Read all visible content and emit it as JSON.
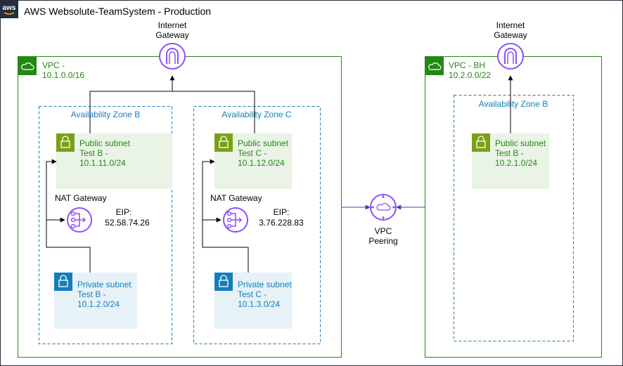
{
  "cloud": {
    "logo_text": "aws",
    "title": "AWS Websolute-TeamSystem - Production"
  },
  "vpc_main": {
    "title_line1": "VPC -",
    "title_line2": "10.1.0.0/16",
    "internet_gateway": {
      "line1": "Internet",
      "line2": "Gateway"
    },
    "az_b": {
      "title": "Availability Zone B",
      "public_subnet": {
        "line1": "Public subnet",
        "line2": "Test B -",
        "line3": "10.1.11.0/24"
      },
      "nat": {
        "label": "NAT Gateway",
        "eip_label": "EIP:",
        "eip_value": "52.58.74.26"
      },
      "private_subnet": {
        "line1": "Private subnet",
        "line2": "Test B -",
        "line3": "10.1.2.0/24"
      }
    },
    "az_c": {
      "title": "Availability Zone C",
      "public_subnet": {
        "line1": "Public subnet",
        "line2": "Test C -",
        "line3": "10.1.12.0/24"
      },
      "nat": {
        "label": "NAT Gateway",
        "eip_label": "EIP:",
        "eip_value": "3.76.228.83"
      },
      "private_subnet": {
        "line1": "Private subnet",
        "line2": "Test C -",
        "line3": "10.1.3.0/24"
      }
    }
  },
  "vpc_peering": {
    "line1": "VPC",
    "line2": "Peering"
  },
  "vpc_bh": {
    "title_line1": "VPC - BH",
    "title_line2": "10.2.0.0/22",
    "internet_gateway": {
      "line1": "Internet",
      "line2": "Gateway"
    },
    "az_b": {
      "title": "Availability Zone B",
      "public_subnet": {
        "line1": "Public subnet",
        "line2": "Test B -",
        "line3": "10.2.1.0/24"
      }
    }
  },
  "colors": {
    "vpc_green": "#248814",
    "public_fill": "#e9f3e6",
    "public_icon": "#7aa116",
    "private_fill": "#e6f2f8",
    "private_icon": "#147eba",
    "az_blue": "#147eba",
    "gateway_purple": "#8c4fff",
    "aws_dark": "#232f3e"
  }
}
